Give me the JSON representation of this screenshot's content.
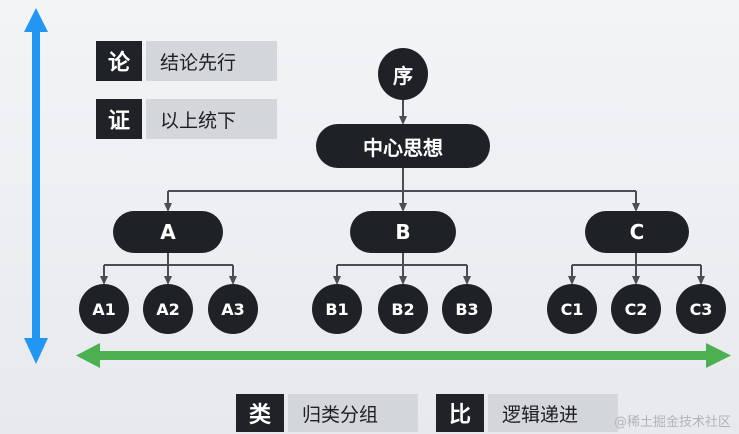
{
  "colors": {
    "node": "#1e2125",
    "tag_dark": "#1f2226",
    "tag_light": "#d3d6da",
    "vertical_arrow": "#2196f3",
    "horizontal_arrow": "#4caf50"
  },
  "tags": {
    "lun": {
      "key": "论",
      "value": "结论先行"
    },
    "zheng": {
      "key": "证",
      "value": "以上统下"
    },
    "lei": {
      "key": "类",
      "value": "归类分组"
    },
    "bi": {
      "key": "比",
      "value": "逻辑递进"
    }
  },
  "tree": {
    "intro": "序",
    "root": "中心思想",
    "groups": [
      {
        "label": "A",
        "children": [
          "A1",
          "A2",
          "A3"
        ]
      },
      {
        "label": "B",
        "children": [
          "B1",
          "B2",
          "B3"
        ]
      },
      {
        "label": "C",
        "children": [
          "C1",
          "C2",
          "C3"
        ]
      }
    ]
  },
  "watermark": "@稀土掘金技术社区"
}
